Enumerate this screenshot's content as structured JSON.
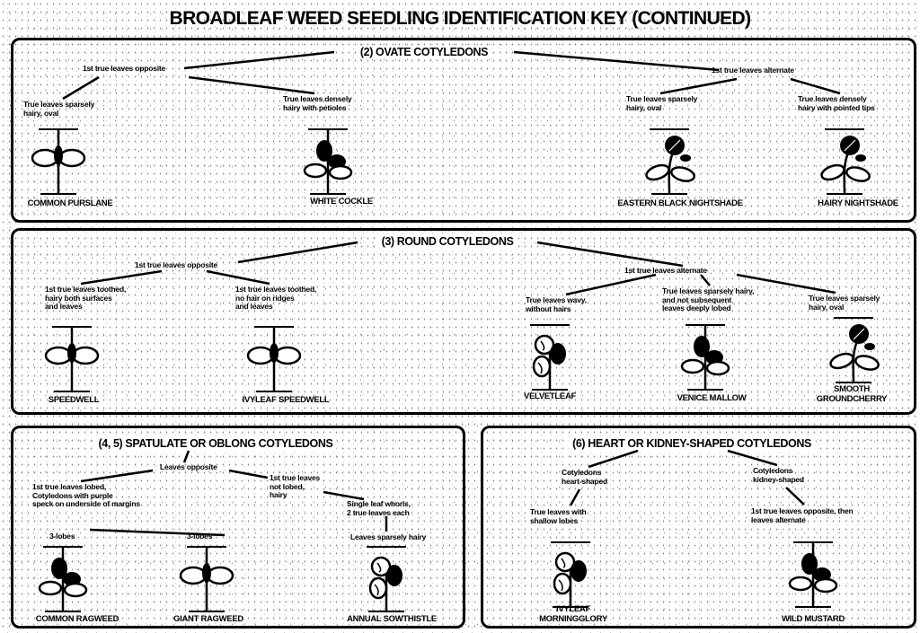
{
  "title": "BROADLEAF WEED SEEDLING IDENTIFICATION KEY (CONTINUED)",
  "ovate": {
    "heading": "(2) OVATE COTYLEDONS",
    "opposite": "1st true leaves opposite",
    "alternate": "1st true leaves alternate",
    "traits": [
      "True leaves sparsely\nhairy, oval",
      "True leaves densely\nhairy with petioles",
      "True leaves sparsely\nhairy, oval",
      "True leaves densely\nhairy with pointed tips"
    ],
    "species": [
      "COMMON PURSLANE",
      "WHITE COCKLE",
      "EASTERN BLACK NIGHTSHADE",
      "HAIRY NIGHTSHADE"
    ]
  },
  "round": {
    "heading": "(3) ROUND COTYLEDONS",
    "opposite": "1st true leaves opposite",
    "alternate": "1st true leaves alternate",
    "traits": [
      "1st true leaves toothed,\nhairy both surfaces\nand leaves",
      "1st true leaves toothed,\nno hair on ridges\nand leaves",
      "True leaves wavy,\nwithout hairs",
      "True leaves sparsely hairy,\nand not subsequent\nleaves deeply lobed",
      "True leaves sparsely\nhairy, oval"
    ],
    "species": [
      "SPEEDWELL",
      "IVYLEAF SPEEDWELL",
      "VELVETLEAF",
      "VENICE MALLOW",
      "SMOOTH\nGROUNDCHERRY"
    ]
  },
  "spatulate": {
    "heading": "(4, 5) SPATULATE OR OBLONG COTYLEDONS",
    "node": "Leaves opposite",
    "traits": [
      "1st true leaves lobed,\nCotyledons with purple\nspeck on underside of margins",
      "1st true leaves\nnot lobed,\nhairy",
      "Single leaf whorls,\n2 true leaves each",
      "Leaves sparsely hairy"
    ],
    "lobes": [
      "3-lobes",
      "3-lobes"
    ],
    "species": [
      "COMMON RAGWEED",
      "GIANT RAGWEED",
      "ANNUAL SOWTHISTLE"
    ]
  },
  "heart": {
    "heading": "(6) HEART OR KIDNEY-SHAPED COTYLEDONS",
    "traits": [
      "Cotyledons\nheart-shaped",
      "True leaves with\nshallow lobes",
      "Cotyledons\nkidney-shaped",
      "1st true leaves opposite, then\nleaves alternate"
    ],
    "species": [
      "IVYLEAF\nMORNINGGLORY",
      "WILD MUSTARD"
    ]
  }
}
